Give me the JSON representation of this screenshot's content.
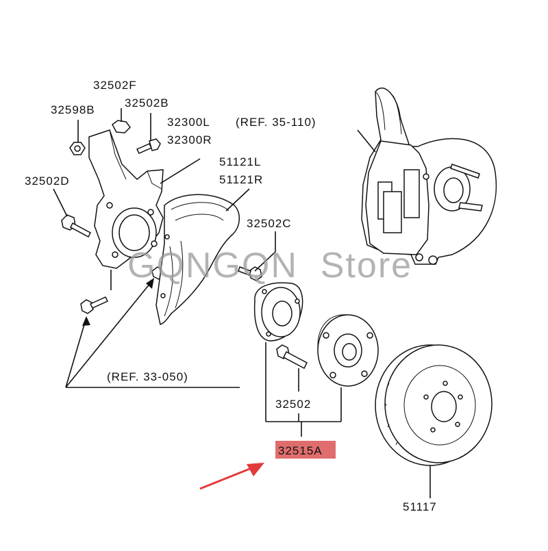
{
  "labels": {
    "p32502F": "32502F",
    "p32598B": "32598B",
    "p32502B": "32502B",
    "p32300L": "32300L",
    "p32300R": "32300R",
    "p32502D": "32502D",
    "p51121L": "51121L",
    "p51121R": "51121R",
    "p32502C": "32502C",
    "ref35": "(REF. 35-110)",
    "ref33": "(REF. 33-050)",
    "p32502": "32502",
    "p32515A": "32515A",
    "p51117": "51117"
  },
  "watermark": "GQNGQN  Store",
  "colors": {
    "highlight": "#e06d6d",
    "arrow": "#e23b3b",
    "line": "#111111",
    "watermark": "#9a9a9a"
  }
}
